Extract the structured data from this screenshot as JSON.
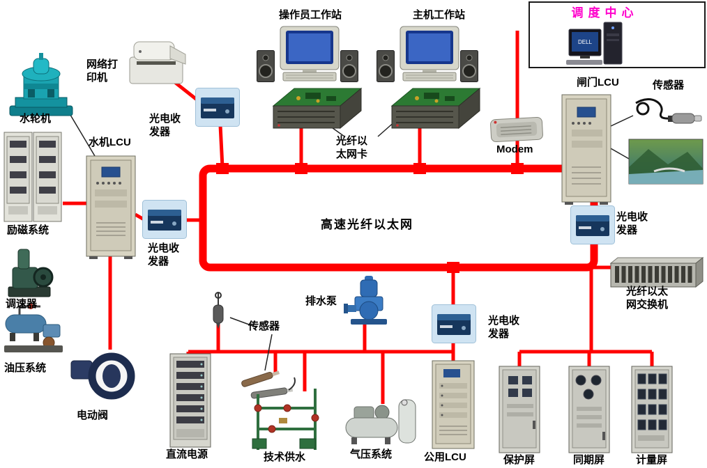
{
  "labels": {
    "operator_ws": "操作员工作站",
    "host_ws": "主机工作站",
    "dispatch_center": "调度中心",
    "network_printer": "网络打印机",
    "turbine": "水轮机",
    "turbine_lcu": "水机LCU",
    "transceiver": "光电收发器",
    "excitation": "励磁系统",
    "governor": "调速器",
    "oil_pressure": "油压系统",
    "electric_valve": "电动阀",
    "fiber_card": "光纤以太网卡",
    "modem": "Modem",
    "gate_lcu": "闸门LCU",
    "sensor": "传感器",
    "bus": "高速光纤以太网",
    "fiber_switch": "光纤以太网交换机",
    "drain_pump": "排水泵",
    "dc_power": "直流电源",
    "tech_water": "技术供水",
    "pneumatic": "气压系统",
    "common_lcu": "公用LCU",
    "protection_panel": "保护屏",
    "sync_panel": "同期屏",
    "metering_panel": "计量屏",
    "dell": "DELL"
  },
  "colors": {
    "bus_red": "#ff0000",
    "dispatch_magenta": "#ff00cc",
    "transceiver_navy": "#16365c",
    "turbine_teal": "#1aa3b0"
  }
}
